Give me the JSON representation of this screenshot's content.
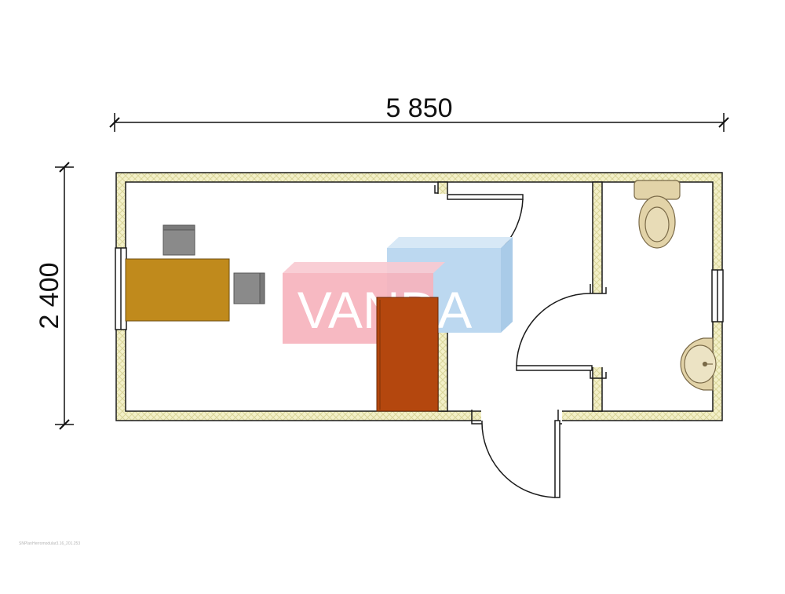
{
  "dimensions": {
    "width_label": "5 850",
    "height_label": "2 400"
  },
  "watermark": {
    "text": "VANDA",
    "colors": {
      "red": "#f6b3bd",
      "blue": "#bcd8f0"
    }
  },
  "colors": {
    "wall_fill": "#f3f0c8",
    "wall_hatch": "#d9d59a",
    "wall_stroke": "#1a1a1a",
    "desk": "#c08a1c",
    "chair": "#8a8a8a",
    "wardrobe": "#b4470e",
    "sanitary": "#e2d3a8"
  },
  "footer_note": "SNPlanHerromodular3.16_201.253",
  "icons": [
    "door-swing-icon",
    "toilet-icon",
    "sink-icon",
    "window-icon",
    "desk-icon",
    "chair-icon",
    "wardrobe-icon"
  ]
}
